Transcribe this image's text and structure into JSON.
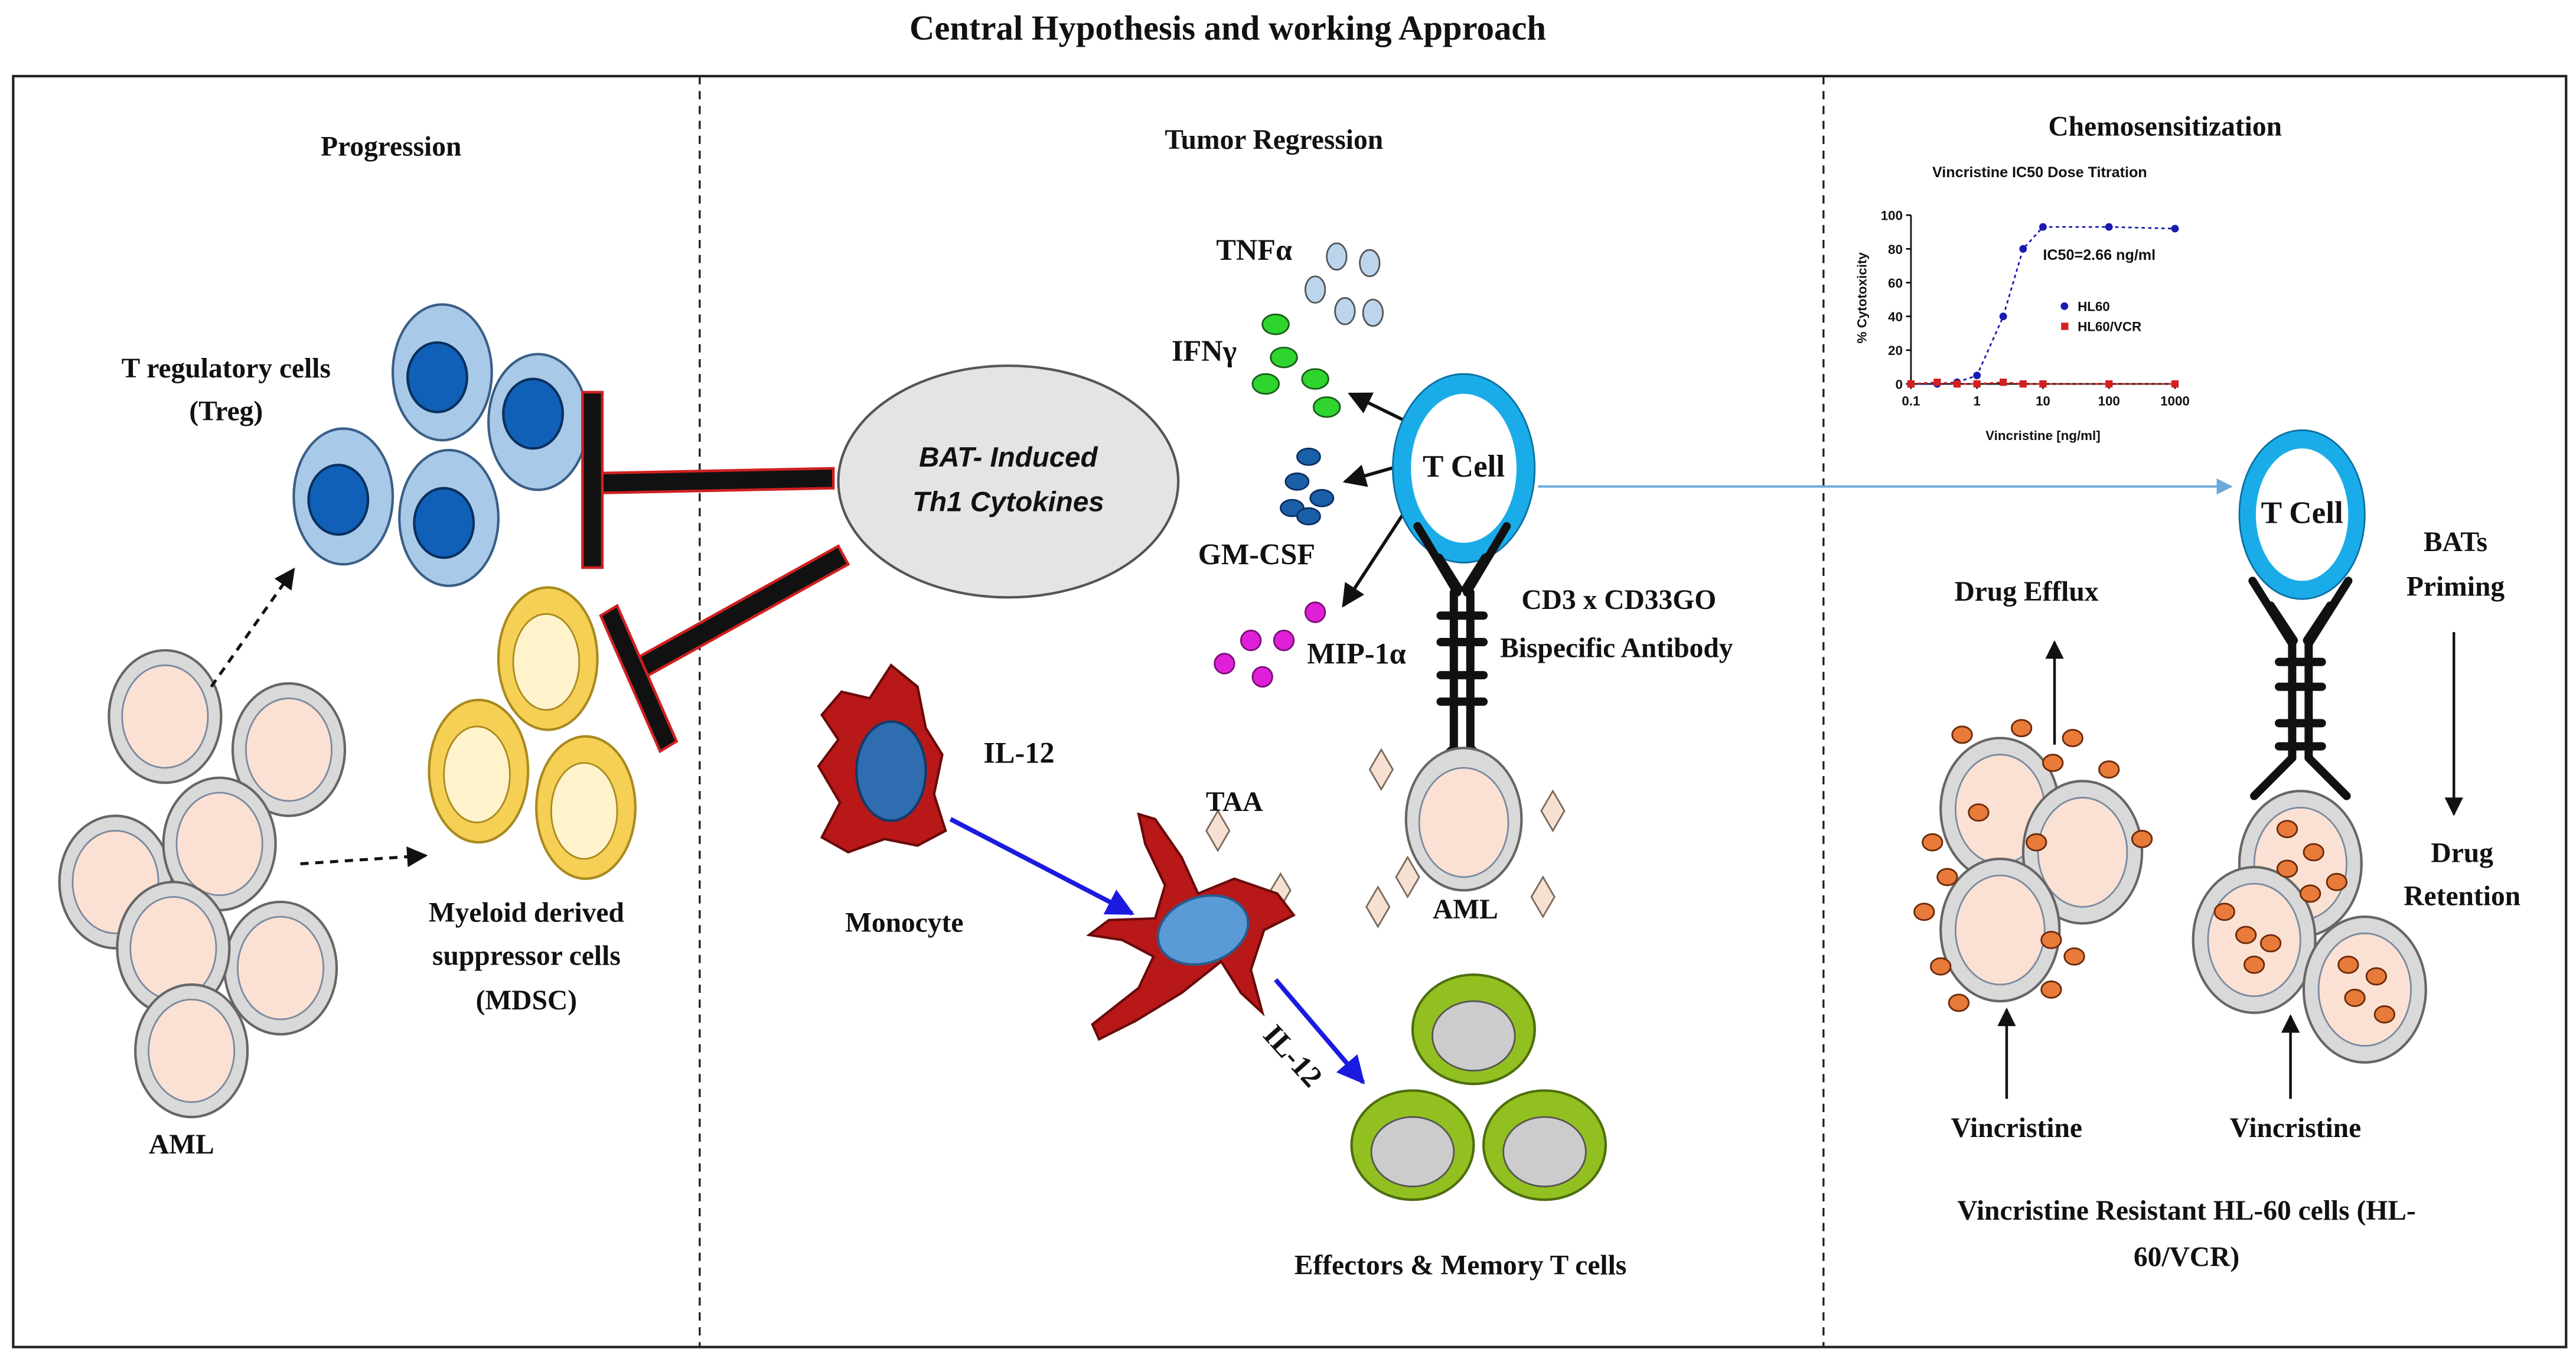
{
  "title": "Central Hypothesis  and working  Approach",
  "panels": {
    "progression": {
      "heading": "Progression",
      "treg_label_line1": "T regulatory  cells",
      "treg_label_line2": "(Treg)",
      "mdsc_label_line1": "Myeloid derived",
      "mdsc_label_line2": "suppressor cells",
      "mdsc_label_line3": "(MDSC)",
      "aml_label": "AML"
    },
    "regression": {
      "heading": "Tumor Regression",
      "bat_line1": "BAT- Induced",
      "bat_line2": "Th1 Cytokines",
      "tnf": "TNFα",
      "ifn": "IFNγ",
      "gmcsf": "GM-CSF",
      "mip": "MIP-1α",
      "tcell": "T Cell",
      "antibody_line1": "CD3 x CD33GO",
      "antibody_line2": "Bispecific Antibody",
      "il12_top": "IL-12",
      "il12_diag": "IL-12",
      "taa": "TAA",
      "monocyte": "Monocyte",
      "aml": "AML",
      "effectors": "Effectors & Memory T cells"
    },
    "chemo": {
      "heading": "Chemosensitization",
      "tcell": "T Cell",
      "bats_line1": "BATs",
      "bats_line2": "Priming",
      "drug_efflux": "Drug Efflux",
      "drug_ret_line1": "Drug",
      "drug_ret_line2": "Retention",
      "vincristine_left": "Vincristine",
      "vincristine_right": "Vincristine",
      "resist_line1": "Vincristine  Resistant HL-60 cells (HL-",
      "resist_line2": "60/VCR)"
    }
  },
  "chart_data": {
    "type": "scatter",
    "title": "Vincristine IC50 Dose Titration",
    "xlabel": "Vincristine [ng/ml]",
    "ylabel": "% Cytotoxicity",
    "xscale": "log",
    "xlim": [
      0.1,
      1000
    ],
    "ylim": [
      0,
      100
    ],
    "xticks": [
      "0.1",
      "1",
      "10",
      "100",
      "1000"
    ],
    "yticks": [
      "0",
      "20",
      "40",
      "60",
      "80",
      "100"
    ],
    "annotation": "IC50=2.66 ng/ml",
    "legend_position": "right",
    "series": [
      {
        "name": "HL60",
        "color": "#1a1ab0",
        "x": [
          0.1,
          0.25,
          0.5,
          1,
          2.5,
          5,
          10,
          100,
          1000
        ],
        "y": [
          0,
          0,
          1,
          5,
          40,
          80,
          93,
          93,
          92
        ]
      },
      {
        "name": "HL60/VCR",
        "color": "#d42020",
        "x": [
          0.1,
          0.25,
          0.5,
          1,
          2.5,
          5,
          10,
          100,
          1000
        ],
        "y": [
          0,
          1,
          0,
          0,
          1,
          0,
          0,
          0,
          0
        ]
      }
    ]
  },
  "colors": {
    "treg_outer": "#a9c9e8",
    "treg_nucleus": "#1060b8",
    "mdsc_outer": "#f6cf55",
    "mdsc_inner": "#fff3cc",
    "aml_outer": "#d9d9d9",
    "aml_inner": "#fbe1d3",
    "tcell_ring": "#1aace8",
    "effector_ring": "#92c020",
    "monocyte": "#b81818",
    "drug_dot": "#e87a3a",
    "inhibit_red": "#d02020"
  }
}
